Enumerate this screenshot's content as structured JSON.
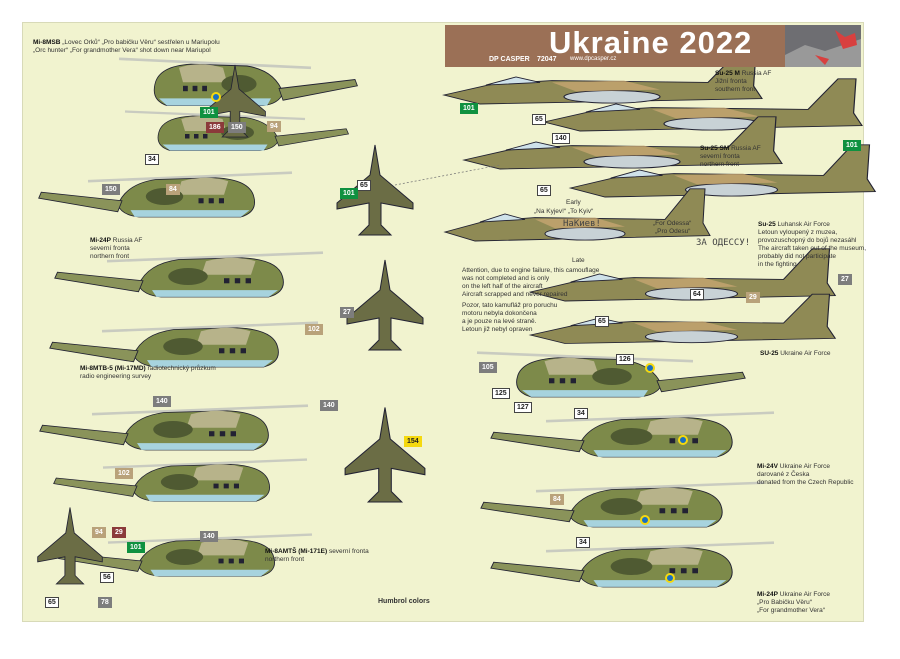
{
  "header": {
    "title": "Ukraine  2022",
    "brand": "DP CASPER",
    "code": "72047",
    "website": "www.dpcasper.cz"
  },
  "captions": [
    {
      "name": "mi-8msb",
      "bold": "Mi-8MSB",
      "lines": [
        "„Lovec Orků“ „Pro babičku Věru“ sestřelen u Mariupolu",
        "„Orc hunter“ „For grandmother Vera“ shot down near Mariupol"
      ]
    },
    {
      "name": "mi-24p-russia",
      "bold": "Mi-24P",
      "lines": [
        "Russia AF",
        "severní fronta",
        "northern front"
      ]
    },
    {
      "name": "mi-8mtb-5",
      "bold": "Mi-8MTB-5 (Mi-17MD)",
      "lines": [
        "radiotechnický průzkum",
        "radio engineering survey"
      ]
    },
    {
      "name": "mi-8amtsh",
      "bold": "Mi-8AMTŠ (Mi-171E)",
      "lines": [
        "severní fronta",
        "northern front"
      ]
    },
    {
      "name": "su-25m",
      "bold": "Su-25 M",
      "lines": [
        "Russia AF",
        "Jižní fronta",
        "southern front"
      ]
    },
    {
      "name": "su-25sm",
      "bold": "Su-25 SM",
      "lines": [
        "Russia AF",
        "severní fronta",
        "northern front"
      ]
    },
    {
      "name": "su-25-luhansk",
      "bold": "Su-25",
      "lines": [
        "Luhansk Air Force",
        "Letoun vyloupený z muzea,",
        "provozuschopný do bojů nezasáhl",
        "The aircraft taken out of the museum,",
        "probably did not participate",
        "in the fighting"
      ]
    },
    {
      "name": "su-25-ukraine",
      "bold": "SU-25",
      "lines": [
        "Ukraine Air Force"
      ]
    },
    {
      "name": "mi-24v-ukraine",
      "bold": "Mi-24V",
      "lines": [
        "Ukraine Air Force",
        "darované z Česka",
        "donated from the Czech Republic"
      ]
    },
    {
      "name": "mi-24p-ukraine",
      "bold": "Mi-24P",
      "lines": [
        "Ukraine Air Force",
        "„Pro Babičku Věru“",
        "„For grandmother Vera“"
      ]
    }
  ],
  "notes": {
    "early": "Early",
    "late": "Late",
    "to_kyiv": "„Na Kyjev!“ „To Kyiv“",
    "na_kiev_cyr": "НаКиев!",
    "for_odessa": "„For Odessa“",
    "pro_odesu": "„Pro Odesu“",
    "za_odessu_cyr": "ЗА ОДЕССУ!",
    "attention": [
      "Attention, due to engine failure, this camouflage",
      "was not completed and is only",
      "on the left half of the aircraft",
      "Aircraft scrapped and never repaired"
    ],
    "pozor": [
      "Pozor, tato kamufláž pro poruchu",
      "motoru nebyla dokončena",
      "a je pouze na levé straně.",
      "Letoun již nebyl opraven"
    ],
    "humbrol": "Humbrol colors"
  },
  "badges": [
    "101",
    "186",
    "150",
    "94",
    "34",
    "65",
    "150",
    "84",
    "101",
    "27",
    "102",
    "140",
    "140",
    "154",
    "102",
    "94",
    "29",
    "140",
    "101",
    "56",
    "65",
    "78",
    "101",
    "65",
    "140",
    "65",
    "101",
    "64",
    "29",
    "27",
    "65",
    "105",
    "125",
    "127",
    "126",
    "34",
    "84",
    "34"
  ],
  "colors": {
    "sheet": "#f1f3cf",
    "banner": "#9b7056",
    "roundel_blue": "#1a70c0",
    "roundel_yellow": "#f5d90f",
    "green_badge": "#0f9140"
  }
}
